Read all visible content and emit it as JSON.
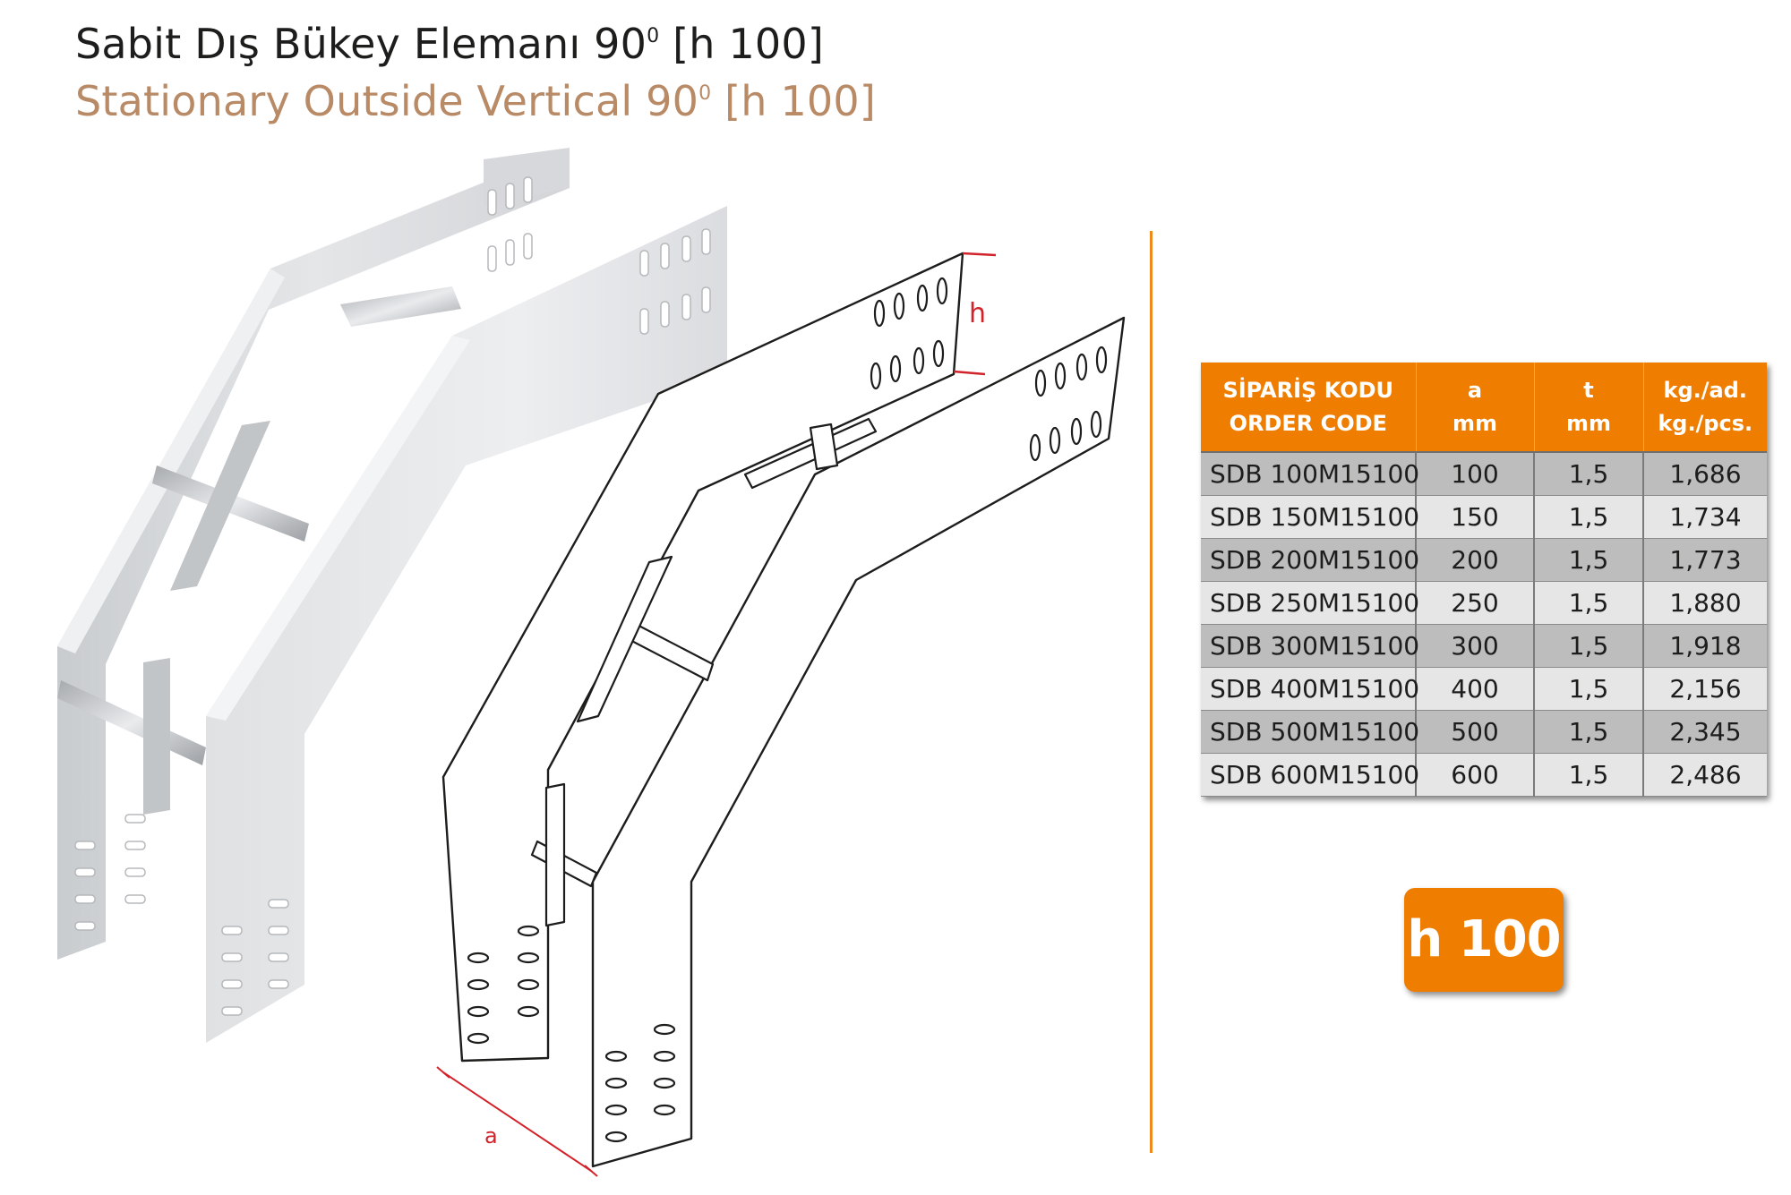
{
  "title": {
    "tr_text": "Sabit Dış Bükey Elemanı 90",
    "tr_sup": "0",
    "tr_suffix": " [h 100]",
    "en_text": "Stationary Outside Vertical 90",
    "en_sup": "0",
    "en_suffix": " [h 100]"
  },
  "drawing": {
    "dim_h": "h",
    "dim_a": "a"
  },
  "table": {
    "headers": [
      {
        "line1": "SİPARİŞ KODU",
        "line2": "ORDER CODE"
      },
      {
        "line1": "a",
        "line2": "mm"
      },
      {
        "line1": "t",
        "line2": "mm"
      },
      {
        "line1": "kg./ad.",
        "line2": "kg./pcs."
      }
    ],
    "rows": [
      {
        "code": "SDB 100M15100",
        "a": "100",
        "t": "1,5",
        "kg": "1,686"
      },
      {
        "code": "SDB 150M15100",
        "a": "150",
        "t": "1,5",
        "kg": "1,734"
      },
      {
        "code": "SDB 200M15100",
        "a": "200",
        "t": "1,5",
        "kg": "1,773"
      },
      {
        "code": "SDB 250M15100",
        "a": "250",
        "t": "1,5",
        "kg": "1,880"
      },
      {
        "code": "SDB 300M15100",
        "a": "300",
        "t": "1,5",
        "kg": "1,918"
      },
      {
        "code": "SDB 400M15100",
        "a": "400",
        "t": "1,5",
        "kg": "2,156"
      },
      {
        "code": "SDB 500M15100",
        "a": "500",
        "t": "1,5",
        "kg": "2,345"
      },
      {
        "code": "SDB 600M15100",
        "a": "600",
        "t": "1,5",
        "kg": "2,486"
      }
    ]
  },
  "badge": {
    "label": "h 100"
  },
  "colors": {
    "accent": "#ef7d00",
    "subtitle": "#b98a66",
    "title": "#1d1d1b",
    "dimension": "#d2232a",
    "row_dark": "#bdbdbd",
    "row_light": "#e6e6e6"
  }
}
